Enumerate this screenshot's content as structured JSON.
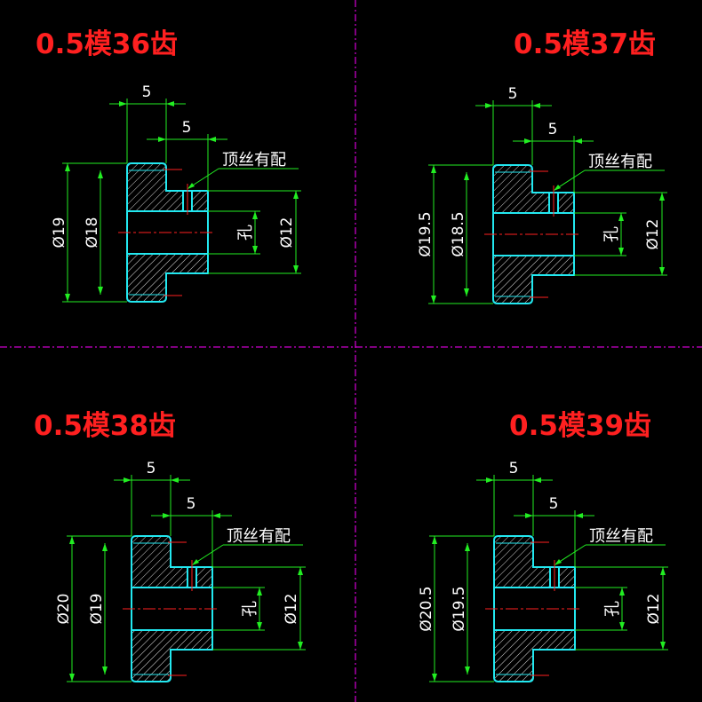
{
  "colors": {
    "background": "#000000",
    "title": "#ff2020",
    "dimension": "#22ee22",
    "outline": "#22e8f0",
    "hatch": "#d8d8d8",
    "centerline": "#ff2020",
    "divider": "#ff00ff",
    "text": "#ffffff"
  },
  "drawings": [
    {
      "title": "0.5模36齿",
      "width_top": "5",
      "width_hub": "5",
      "note": "顶丝有配",
      "outer_dia": "Ø19",
      "root_dia": "Ø18",
      "bore_dia": "Ø12",
      "bore_label": "孔"
    },
    {
      "title": "0.5模37齿",
      "width_top": "5",
      "width_hub": "5",
      "note": "顶丝有配",
      "outer_dia": "Ø19.5",
      "root_dia": "Ø18.5",
      "bore_dia": "Ø12",
      "bore_label": "孔"
    },
    {
      "title": "0.5模38齿",
      "width_top": "5",
      "width_hub": "5",
      "note": "顶丝有配",
      "outer_dia": "Ø20",
      "root_dia": "Ø19",
      "bore_dia": "Ø12",
      "bore_label": "孔"
    },
    {
      "title": "0.5模39齿",
      "width_top": "5",
      "width_hub": "5",
      "note": "顶丝有配",
      "outer_dia": "Ø20.5",
      "root_dia": "Ø19.5",
      "bore_dia": "Ø12",
      "bore_label": "孔"
    }
  ]
}
